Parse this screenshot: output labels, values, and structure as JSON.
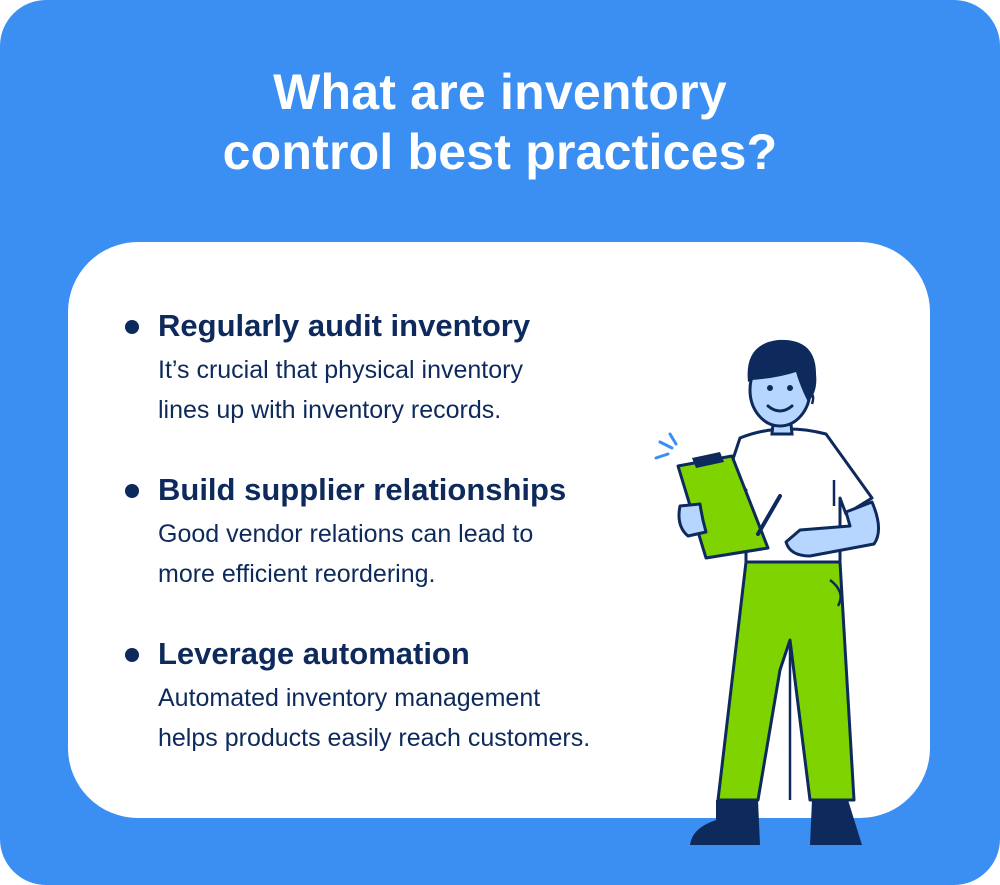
{
  "title": {
    "line1": "What are inventory",
    "line2": "control best practices?"
  },
  "tips": [
    {
      "title": "Regularly audit inventory",
      "line1": "It’s crucial that physical inventory",
      "line2": "lines up with inventory records."
    },
    {
      "title": "Build supplier relationships",
      "line1": "Good vendor relations can lead to",
      "line2": "more efficient reordering."
    },
    {
      "title": "Leverage automation",
      "line1": "Automated inventory management",
      "line2": "helps products easily reach customers."
    }
  ],
  "colors": {
    "background": "#3b8ff3",
    "card": "#ffffff",
    "text_dark": "#0e2a5c",
    "accent_green": "#7fd300",
    "skin": "#b7d6ff"
  },
  "illustration": {
    "icon": "person-with-clipboard-icon"
  }
}
